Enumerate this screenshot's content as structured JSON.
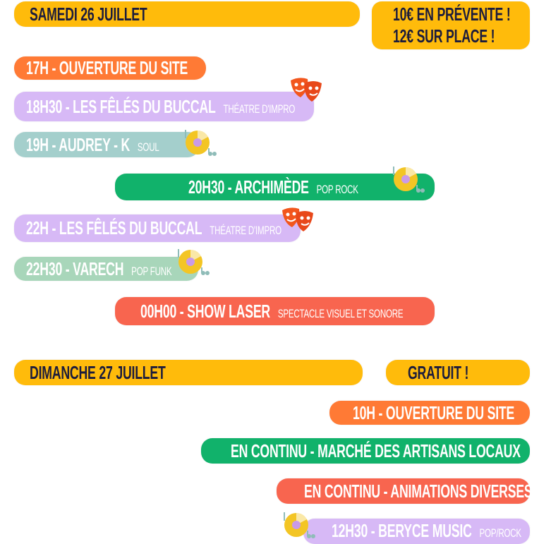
{
  "saturday": {
    "title": "SAMEDI 26 JUILLET",
    "price_line1": "10€ EN PRÉVENTE !",
    "price_line2": "12€ SUR PLACE !",
    "events": [
      {
        "label": "17H - OUVERTURE DU SITE",
        "tag": ""
      },
      {
        "label": "18H30 -  LES FÊLÉS DU BUCCAL",
        "tag": "THÉATRE D'IMPRO"
      },
      {
        "label": "19H - AUDREY - K",
        "tag": "SOUL"
      },
      {
        "label": "20H30 - ARCHIMÈDE",
        "tag": "POP ROCK"
      },
      {
        "label": "22H -  LES FÊLÉS DU BUCCAL",
        "tag": "THÉATRE D'IMPRO"
      },
      {
        "label": "22H30 - VARECH",
        "tag": "POP FUNK"
      },
      {
        "label": "00H00 - SHOW LASER",
        "tag": "SPECTACLE VISUEL ET SONORE"
      }
    ]
  },
  "sunday": {
    "title": "DIMANCHE 27 JUILLET",
    "price": "GRATUIT !",
    "events": [
      {
        "label": "10H - OUVERTURE DU SITE"
      },
      {
        "label": "EN CONTINU - MARCHÉ DES ARTISANS LOCAUX"
      },
      {
        "label": "EN CONTINU - ANIMATIONS DIVERSES"
      },
      {
        "label": "12H30 - BERYCE MUSIC",
        "tag": "POP/ROCK"
      }
    ]
  },
  "colors": {
    "yellow": "#FFBB0B",
    "orange": "#FF7A35",
    "lavender": "#D7B9F6",
    "teal": "#A4CFCC",
    "green": "#11B26B",
    "coral": "#F8654F",
    "mint": "#A8D6BA"
  }
}
